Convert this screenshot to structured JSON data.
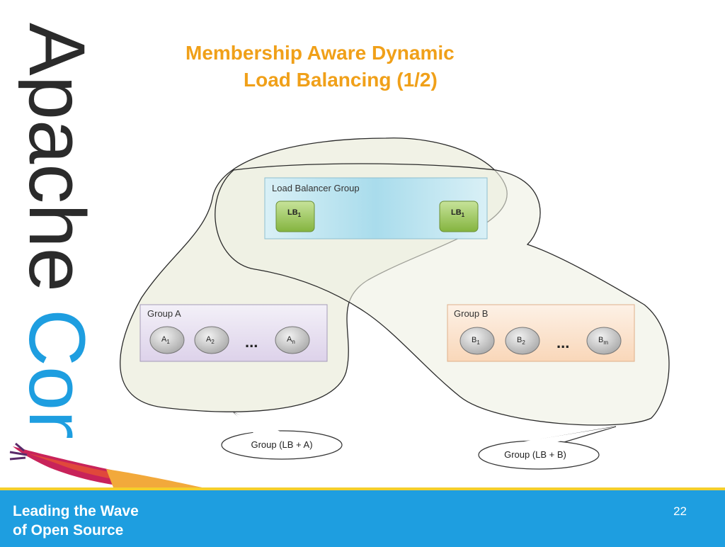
{
  "slide": {
    "title_line1": "Membership Aware Dynamic",
    "title_line2": "Load Balancing (1/2)",
    "page_number": "22"
  },
  "brand": {
    "wordmark_part1": "Apache",
    "wordmark_part2": "Con",
    "tagline_line1": "Leading the Wave",
    "tagline_line2": "of Open Source",
    "colors": {
      "dark": "#2b2b2b",
      "blue": "#1e9ee0",
      "footer": "#1e9ee0",
      "footer_border": "#f4cf2c",
      "title": "#f0a019"
    }
  },
  "diagram": {
    "lb_group": {
      "label": "Load Balancer Group",
      "nodes": [
        {
          "main": "LB",
          "sub": "1"
        },
        {
          "main": "LB",
          "sub": "1"
        }
      ]
    },
    "group_a": {
      "label": "Group A",
      "nodes": [
        {
          "main": "A",
          "sub": "1"
        },
        {
          "main": "A",
          "sub": "2"
        },
        {
          "main": "A",
          "sub": "n"
        }
      ],
      "ellipsis": "..."
    },
    "group_b": {
      "label": "Group B",
      "nodes": [
        {
          "main": "B",
          "sub": "1"
        },
        {
          "main": "B",
          "sub": "2"
        },
        {
          "main": "B",
          "sub": "m"
        }
      ],
      "ellipsis": "..."
    },
    "callouts": {
      "left": "Group (LB + A)",
      "right": "Group (LB + B)"
    }
  }
}
